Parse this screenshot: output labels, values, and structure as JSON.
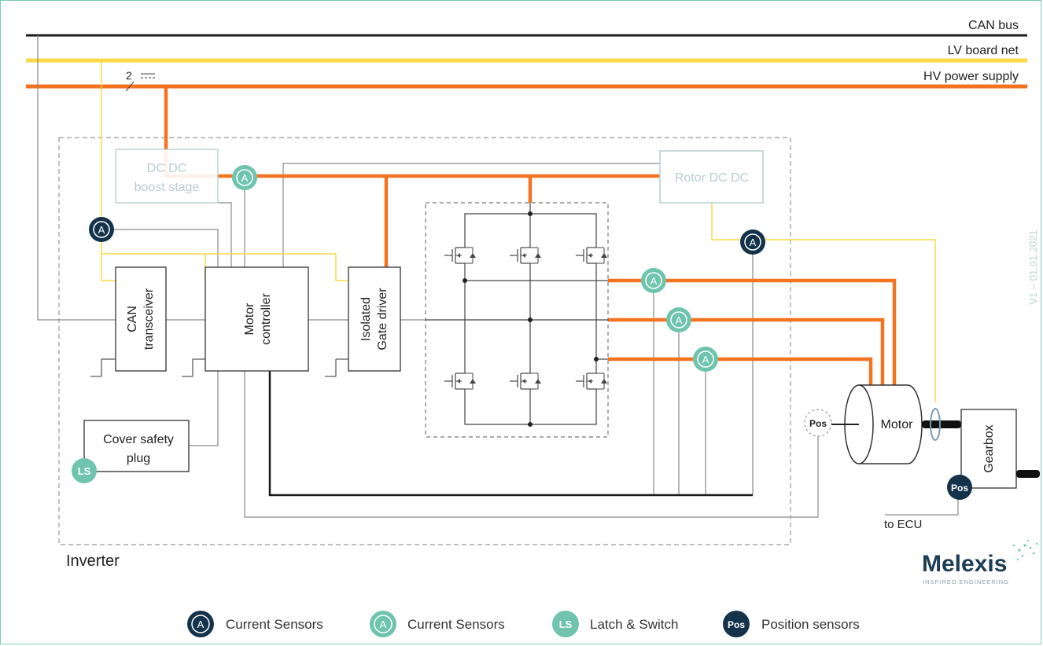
{
  "buses": {
    "can_bus": "CAN bus",
    "lv_board_net": "LV board net",
    "hv_power_supply": "HV power supply",
    "hv_wire_count": "2"
  },
  "blocks": {
    "dcdc_line1": "DC DC",
    "dcdc_line2": "boost stage",
    "rotor_dcdc": "Rotor DC DC",
    "can_line1": "CAN",
    "can_line2": "transceiver",
    "motor_ctrl_line1": "Motor",
    "motor_ctrl_line2": "controller",
    "gate_line1": "Isolated",
    "gate_line2": "Gate driver",
    "cover_line1": "Cover safety",
    "cover_line2": "plug",
    "motor": "Motor",
    "gearbox": "Gearbox",
    "inverter": "Inverter",
    "to_ecu": "to ECU"
  },
  "sensor_glyphs": {
    "current": "A",
    "latch": "LS",
    "position": "Pos"
  },
  "version": "V1 – 01.01.2021",
  "logo": {
    "name": "Melexis",
    "tagline": "INSPIRED ENGINEERING"
  },
  "legend": [
    {
      "glyph": "A",
      "label": "Current Sensors"
    },
    {
      "glyph": "A",
      "label": "Current Sensors"
    },
    {
      "glyph": "LS",
      "label": "Latch & Switch"
    },
    {
      "glyph": "Pos",
      "label": "Position sensors"
    }
  ],
  "colors": {
    "hv": "#f47320",
    "lv": "#f9d84a",
    "can": "#1a1a1a",
    "dark_sensor": "#14324a",
    "light_sensor": "#6fc4ae",
    "wire": "#8a8a8a",
    "faded": "#b9cdd3",
    "logo": "#1d3c55"
  }
}
